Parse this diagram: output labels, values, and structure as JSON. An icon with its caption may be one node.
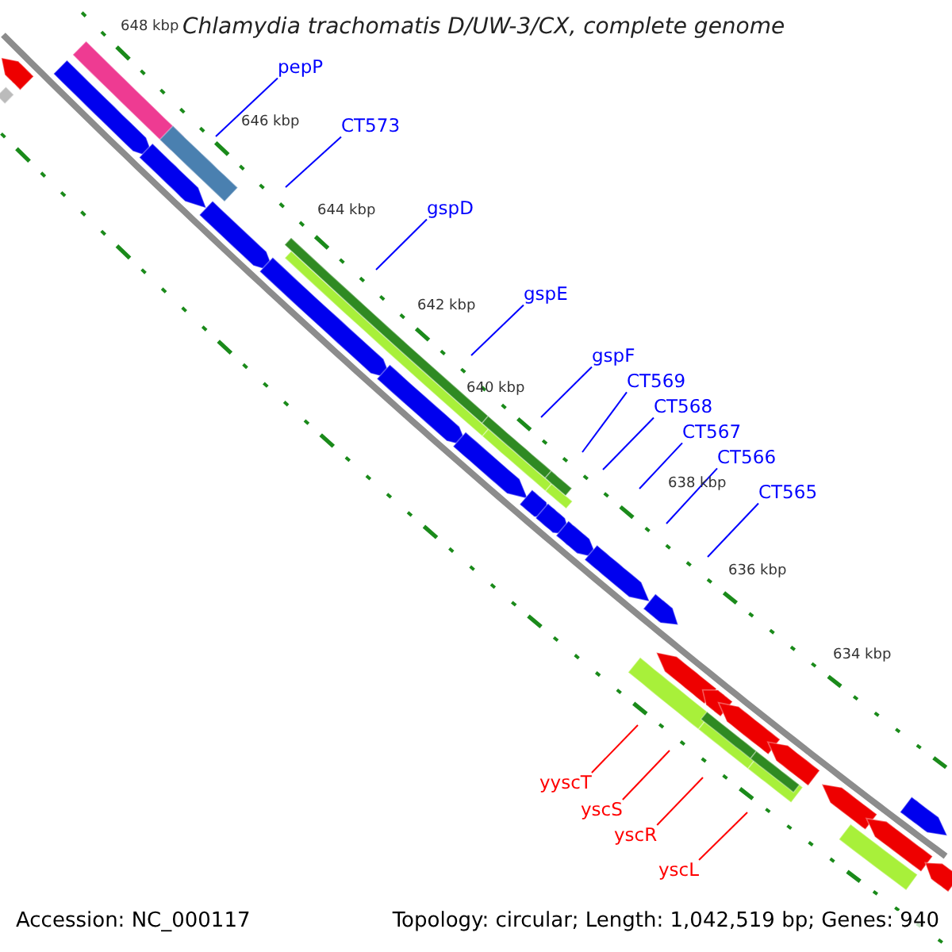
{
  "diagram": {
    "title": "Chlamydia trachomatis D/UW-3/CX, complete genome",
    "nodes": [
      {
        "text": [
          "pepP"
        ]
      },
      {
        "text": [
          "CT573"
        ]
      },
      {
        "text": [
          "gspD"
        ]
      },
      {
        "text": [
          "gspE"
        ]
      },
      {
        "text": [
          "gspF"
        ]
      },
      {
        "text": [
          "CT569"
        ]
      },
      {
        "text": [
          "CT568"
        ]
      },
      {
        "text": [
          "CT567"
        ]
      },
      {
        "text": [
          "CT566"
        ]
      },
      {
        "text": [
          "CT565"
        ]
      },
      {
        "text": [
          "yyscT"
        ]
      },
      {
        "text": [
          "yscS"
        ]
      },
      {
        "text": [
          "yscR"
        ]
      },
      {
        "text": [
          "yscL"
        ]
      }
    ],
    "edges": [
      {
        "from": 0,
        "to": null,
        "arrow": "none"
      },
      {
        "from": 1,
        "to": null,
        "arrow": "none"
      },
      {
        "from": 2,
        "to": null,
        "arrow": "none"
      },
      {
        "from": 3,
        "to": null,
        "arrow": "none"
      },
      {
        "from": 4,
        "to": null,
        "arrow": "none"
      },
      {
        "from": 5,
        "to": null,
        "arrow": "none"
      },
      {
        "from": 6,
        "to": null,
        "arrow": "none"
      },
      {
        "from": 7,
        "to": null,
        "arrow": "none"
      },
      {
        "from": 8,
        "to": null,
        "arrow": "none"
      },
      {
        "from": 9,
        "to": null,
        "arrow": "none"
      },
      {
        "from": 10,
        "to": null,
        "arrow": "none",
        "color": "#ff0000"
      },
      {
        "from": 11,
        "to": null,
        "arrow": "none",
        "color": "#ff0000"
      },
      {
        "from": 12,
        "to": null,
        "arrow": "none",
        "color": "#ff0000"
      },
      {
        "from": 13,
        "to": null,
        "arrow": "none",
        "color": "#ff0000"
      }
    ],
    "labels": [
      "648 kbp",
      "646 kbp",
      "644 kbp",
      "642 kbp",
      "640 kbp",
      "638 kbp",
      "636 kbp",
      "634 kbp",
      "Accession: NC_000117",
      "Topology: circular; Length: 1,042,519 bp; Genes: 940"
    ]
  }
}
